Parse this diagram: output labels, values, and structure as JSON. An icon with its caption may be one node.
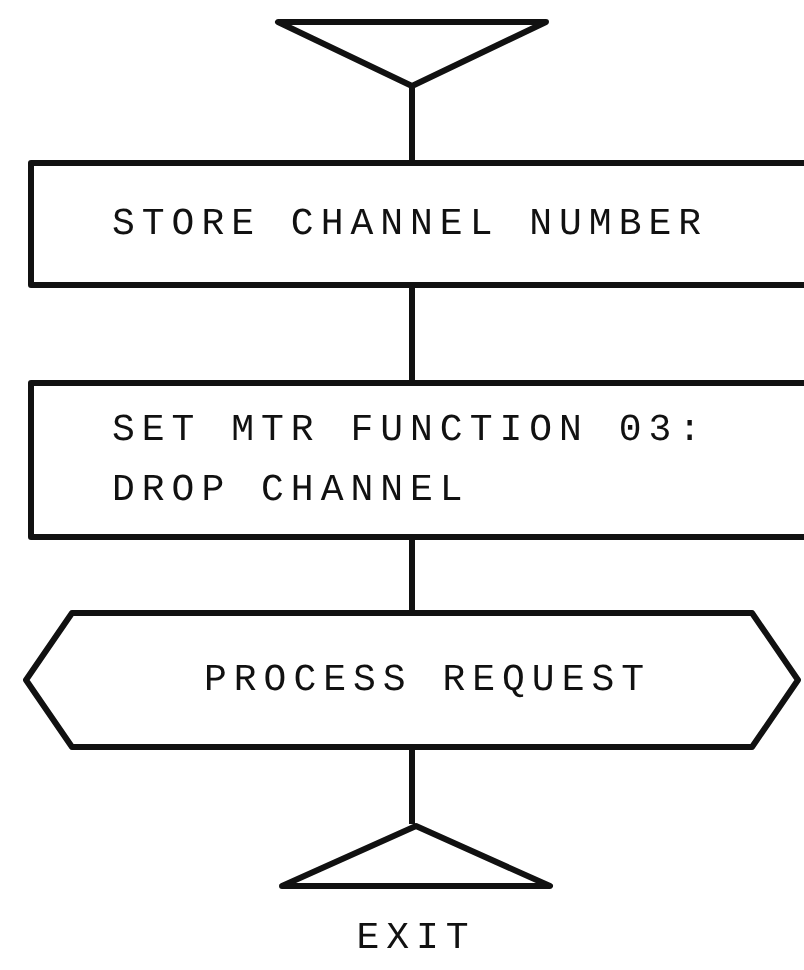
{
  "diagram": {
    "nodes": [
      {
        "text": [],
        "shape": "triangle"
      },
      {
        "text": [
          "STORE CHANNEL NUMBER"
        ]
      },
      {
        "text": [
          "SET MTR FUNCTION 03: DROP CHANNEL"
        ]
      },
      {
        "text": [
          "PROCESS REQUEST"
        ]
      },
      {
        "text": [],
        "shape": "triangle",
        "beside": [
          "EXIT"
        ]
      }
    ],
    "edges": [
      {
        "from": 0,
        "to": 1,
        "arrow": "none"
      },
      {
        "from": 1,
        "to": 2,
        "arrow": "none"
      },
      {
        "from": 2,
        "to": 3,
        "arrow": "none"
      },
      {
        "from": 3,
        "to": 4,
        "arrow": "none"
      }
    ]
  }
}
